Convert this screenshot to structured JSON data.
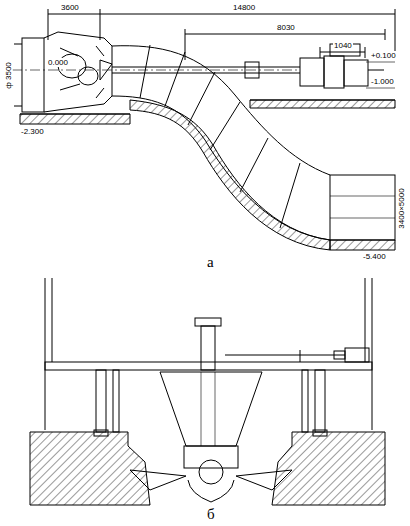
{
  "diagram": {
    "labels": [
      "3600",
      "14800",
      "8030",
      "1040",
      "0.000",
      "+0.100",
      "-1.000",
      "ф 3500",
      "-2.300",
      "-5.400",
      "3400×5000",
      "а",
      "б"
    ]
  }
}
